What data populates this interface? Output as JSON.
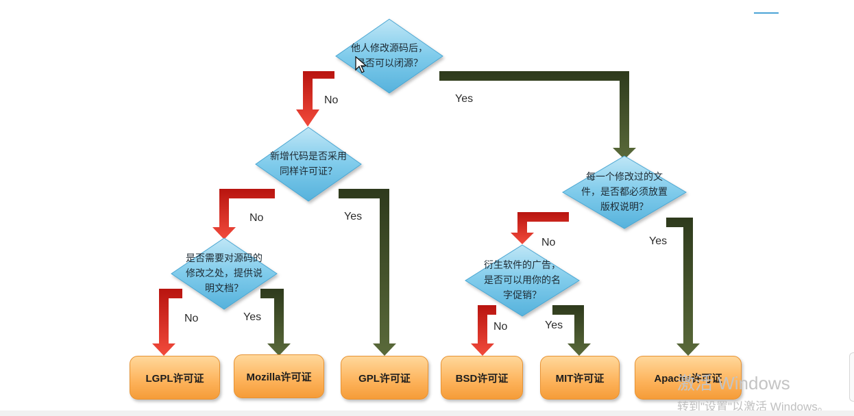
{
  "diagram": {
    "decisions": {
      "q1": "他人修改源码后，\n是否可以闭源？",
      "q2": "新增代码是否采用\n同样许可证？",
      "q3": "每一个修改过的文\n件，是否都必须放置\n版权说明？",
      "q4": "是否需要对源码的\n修改之处，提供说\n明文档？",
      "q5": "衍生软件的广告，\n是否可以用你的名\n字促销？"
    },
    "branch_labels": {
      "no": "No",
      "yes": "Yes"
    },
    "licenses": {
      "lgpl": "LGPL许可证",
      "mozilla": "Mozilla许可证",
      "gpl": "GPL许可证",
      "bsd": "BSD许可证",
      "mit": "MIT许可证",
      "apache": "Apache许可证"
    },
    "colors": {
      "no_arrow": "#d8241c",
      "yes_arrow": "#3d4a28",
      "diamond": "#6fc0e3",
      "box": "#fdb25a"
    }
  },
  "watermark": {
    "title": "激活 Windows",
    "subtitle": "转到\"设置\"以激活 Windows。"
  }
}
